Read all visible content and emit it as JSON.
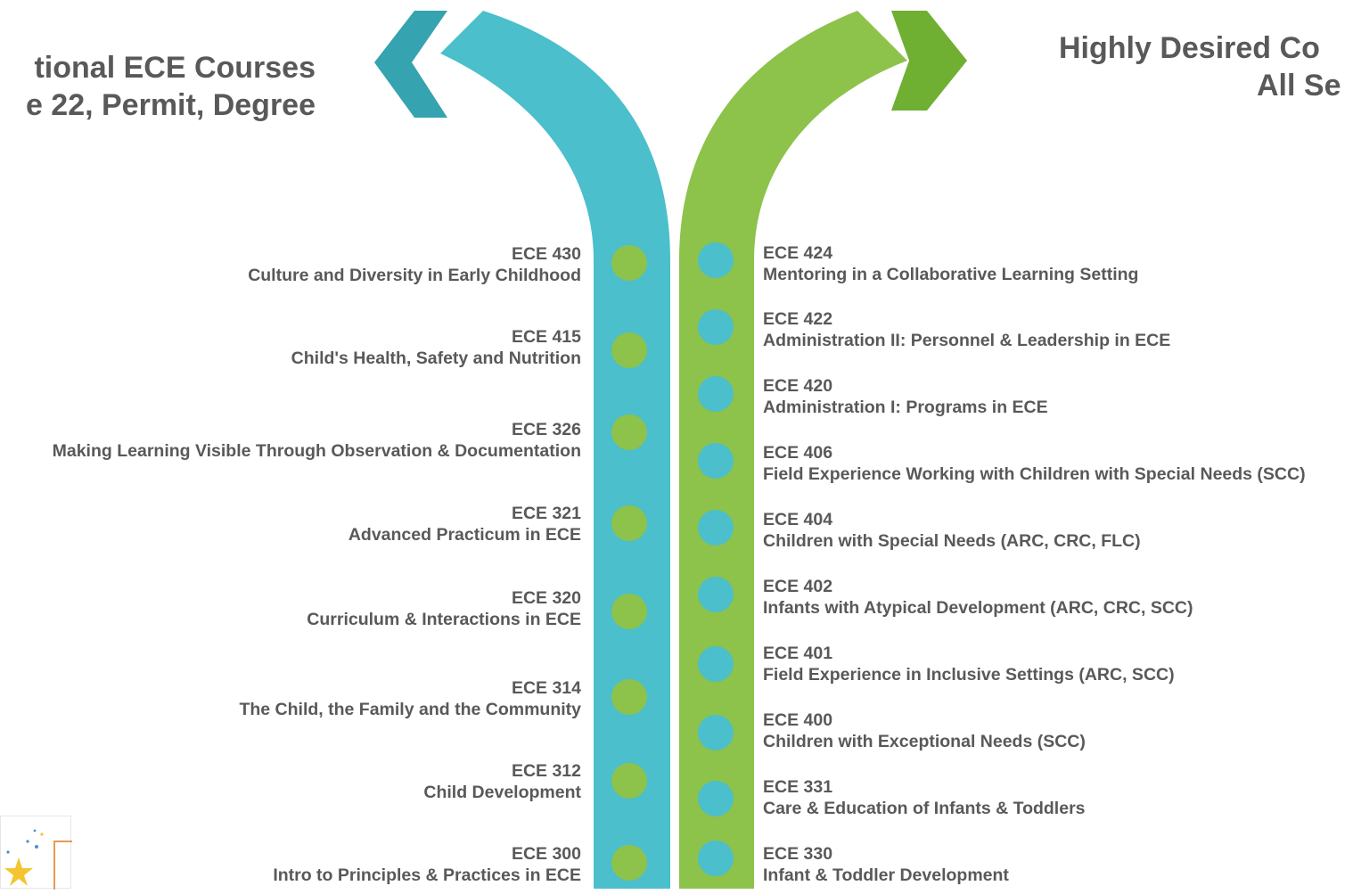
{
  "headings": {
    "left": [
      "tional ECE Courses",
      "e 22, Permit, Degree"
    ],
    "right": [
      "Highly Desired Co",
      "All Se"
    ]
  },
  "colors": {
    "teal": "#4bbfcb",
    "teal_dark": "#35a3b0",
    "green": "#8dc24b",
    "green_dark": "#6faf32",
    "text": "#595959"
  },
  "left_courses": [
    {
      "code": "ECE 430",
      "title": "Culture and Diversity in Early Childhood"
    },
    {
      "code": "ECE 415",
      "title": "Child's Health, Safety and Nutrition"
    },
    {
      "code": "ECE 326",
      "title": "Making Learning Visible Through Observation & Documentation"
    },
    {
      "code": "ECE 321",
      "title": "Advanced Practicum in ECE"
    },
    {
      "code": "ECE 320",
      "title": "Curriculum & Interactions in ECE"
    },
    {
      "code": "ECE 314",
      "title": "The Child, the Family and the Community"
    },
    {
      "code": "ECE 312",
      "title": "Child Development"
    },
    {
      "code": "ECE 300",
      "title": "Intro to Principles & Practices in ECE"
    }
  ],
  "right_courses": [
    {
      "code": "ECE 424",
      "title": "Mentoring in a Collaborative Learning Setting"
    },
    {
      "code": "ECE 422",
      "title": "Administration II: Personnel & Leadership in ECE"
    },
    {
      "code": "ECE 420",
      "title": "Administration I: Programs in ECE"
    },
    {
      "code": "ECE 406",
      "title": "Field Experience Working with Children with Special Needs (SCC)"
    },
    {
      "code": "ECE 404",
      "title": "Children with Special Needs (ARC, CRC, FLC)"
    },
    {
      "code": "ECE 402",
      "title": "Infants with Atypical Development (ARC, CRC, SCC)"
    },
    {
      "code": "ECE 401",
      "title": "Field Experience in Inclusive Settings (ARC, SCC)"
    },
    {
      "code": "ECE 400",
      "title": "Children with Exceptional Needs (SCC)"
    },
    {
      "code": "ECE 331",
      "title": "Care & Education of Infants & Toddlers"
    },
    {
      "code": "ECE 330",
      "title": "Infant & Toddler Development"
    }
  ],
  "logo": {
    "icon": "star-icon"
  }
}
